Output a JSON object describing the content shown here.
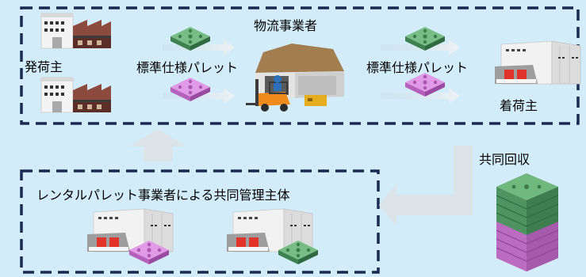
{
  "labels": {
    "shipper": "発荷主",
    "logistics_operator": "物流事業者",
    "pallet_left": "標準仕様パレット",
    "pallet_right": "標準仕様パレット",
    "consignee": "着荷主",
    "joint_collection": "共同回収",
    "joint_management": "レンタルパレット事業者による共同管理主体"
  },
  "colors": {
    "background": "#d2ecf9",
    "frame_dash": "#1b2a52",
    "pallet_green": "#5fa46f",
    "pallet_pink": "#d07bd6",
    "flow_arrow": "#dde4e8",
    "truck_shutter": "#e0332a"
  }
}
